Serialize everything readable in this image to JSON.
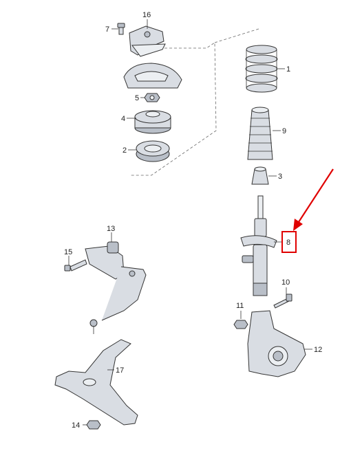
{
  "parts": [
    {
      "id": "p1",
      "number": "1"
    },
    {
      "id": "p2",
      "number": "2"
    },
    {
      "id": "p3",
      "number": "3"
    },
    {
      "id": "p4",
      "number": "4"
    },
    {
      "id": "p5",
      "number": "5"
    },
    {
      "id": "p7",
      "number": "7"
    },
    {
      "id": "p8",
      "number": "8"
    },
    {
      "id": "p9",
      "number": "9"
    },
    {
      "id": "p10",
      "number": "10"
    },
    {
      "id": "p11",
      "number": "11"
    },
    {
      "id": "p12",
      "number": "12"
    },
    {
      "id": "p13",
      "number": "13"
    },
    {
      "id": "p14",
      "number": "14"
    },
    {
      "id": "p15",
      "number": "15"
    },
    {
      "id": "p16",
      "number": "16"
    },
    {
      "id": "p17",
      "number": "17"
    }
  ],
  "highlight": {
    "part_number": "8",
    "color": "#e00000"
  },
  "colors": {
    "part_fill": "#d9dde3",
    "outline": "#333333",
    "highlight": "#e00000"
  }
}
